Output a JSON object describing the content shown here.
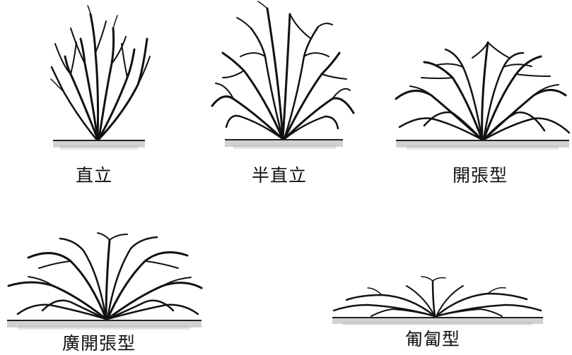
{
  "habits": [
    {
      "id": "erect",
      "label": "直立"
    },
    {
      "id": "semi-erect",
      "label": "半直立"
    },
    {
      "id": "spreading",
      "label": "開張型"
    },
    {
      "id": "wide-spreading",
      "label": "廣開張型"
    },
    {
      "id": "creeping",
      "label": "匍匐型"
    }
  ],
  "colors": {
    "branch": "#111111",
    "ground": "#6a6a6a",
    "background": "#ffffff"
  }
}
